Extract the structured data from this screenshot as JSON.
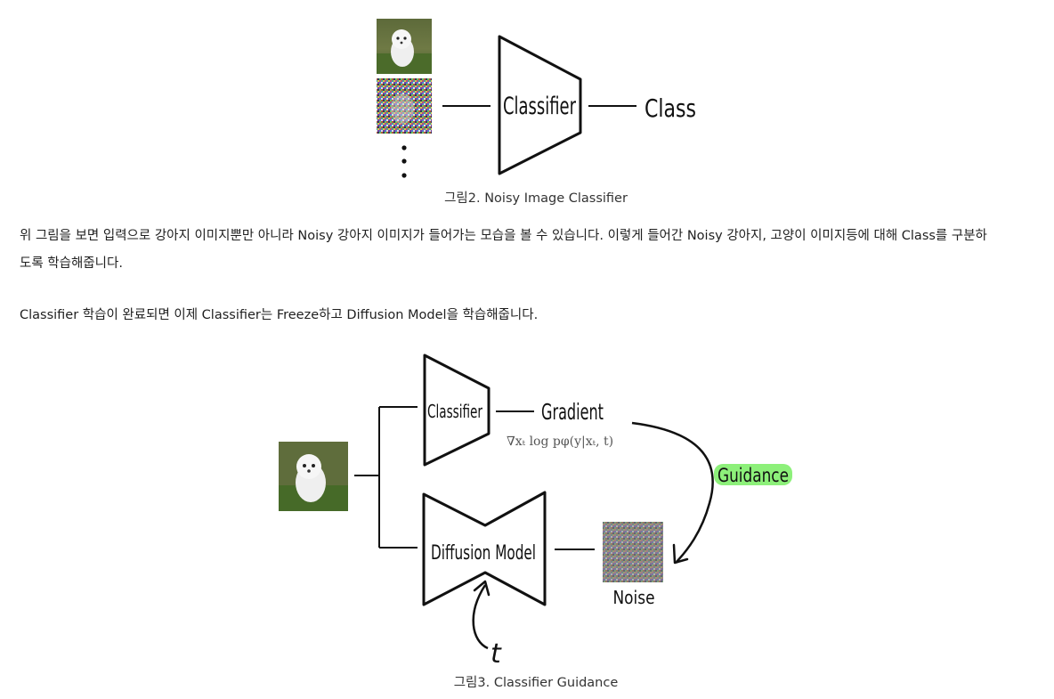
{
  "figure2": {
    "diagram_label_classifier": "Classifier",
    "diagram_label_output": "Class",
    "ellipsis": "⋮",
    "caption": "그림2. Noisy Image Classifier"
  },
  "paragraph1": {
    "line1": "위 그림을 보면 입력으로 강아지 이미지뿐만 아니라 Noisy 강아지 이미지가 들어가는 모습을 볼 수 있습니다. 이렇게 들어간 Noisy 강아지, 고양이 이미지등에 대해 Class를 구분하",
    "line2": "도록 학습해줍니다."
  },
  "paragraph2": {
    "text": "Classifier 학습이 완료되면 이제 Classifier는 Freeze하고 Diffusion Model을 학습해줍니다."
  },
  "figure3": {
    "label_classifier": "Classifier",
    "label_gradient": "Gradient",
    "label_formula": "∇xₜ log pφ(y|xₜ, t)",
    "label_guidance": "Guidance",
    "label_diffusion": "Diffusion Model",
    "label_noise": "Noise",
    "label_t": "t",
    "caption": "그림3. Classifier Guidance"
  },
  "colors": {
    "guidance_highlight": "#8df07a",
    "ink": "#111111"
  }
}
